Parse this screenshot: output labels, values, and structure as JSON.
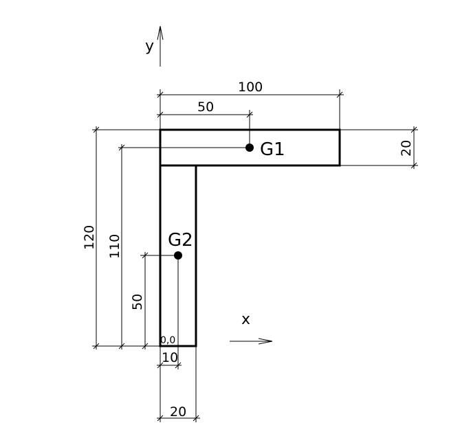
{
  "axes": {
    "x_label": "x",
    "y_label": "y"
  },
  "origin_label": "0,0",
  "centroids": [
    {
      "label": "G1"
    },
    {
      "label": "G2"
    }
  ],
  "dimensions": {
    "top_width": "100",
    "g1_x": "50",
    "flange_thickness": "20",
    "total_height": "120",
    "g1_y": "110",
    "g2_y": "50",
    "g2_x": "10",
    "web_width": "20"
  }
}
